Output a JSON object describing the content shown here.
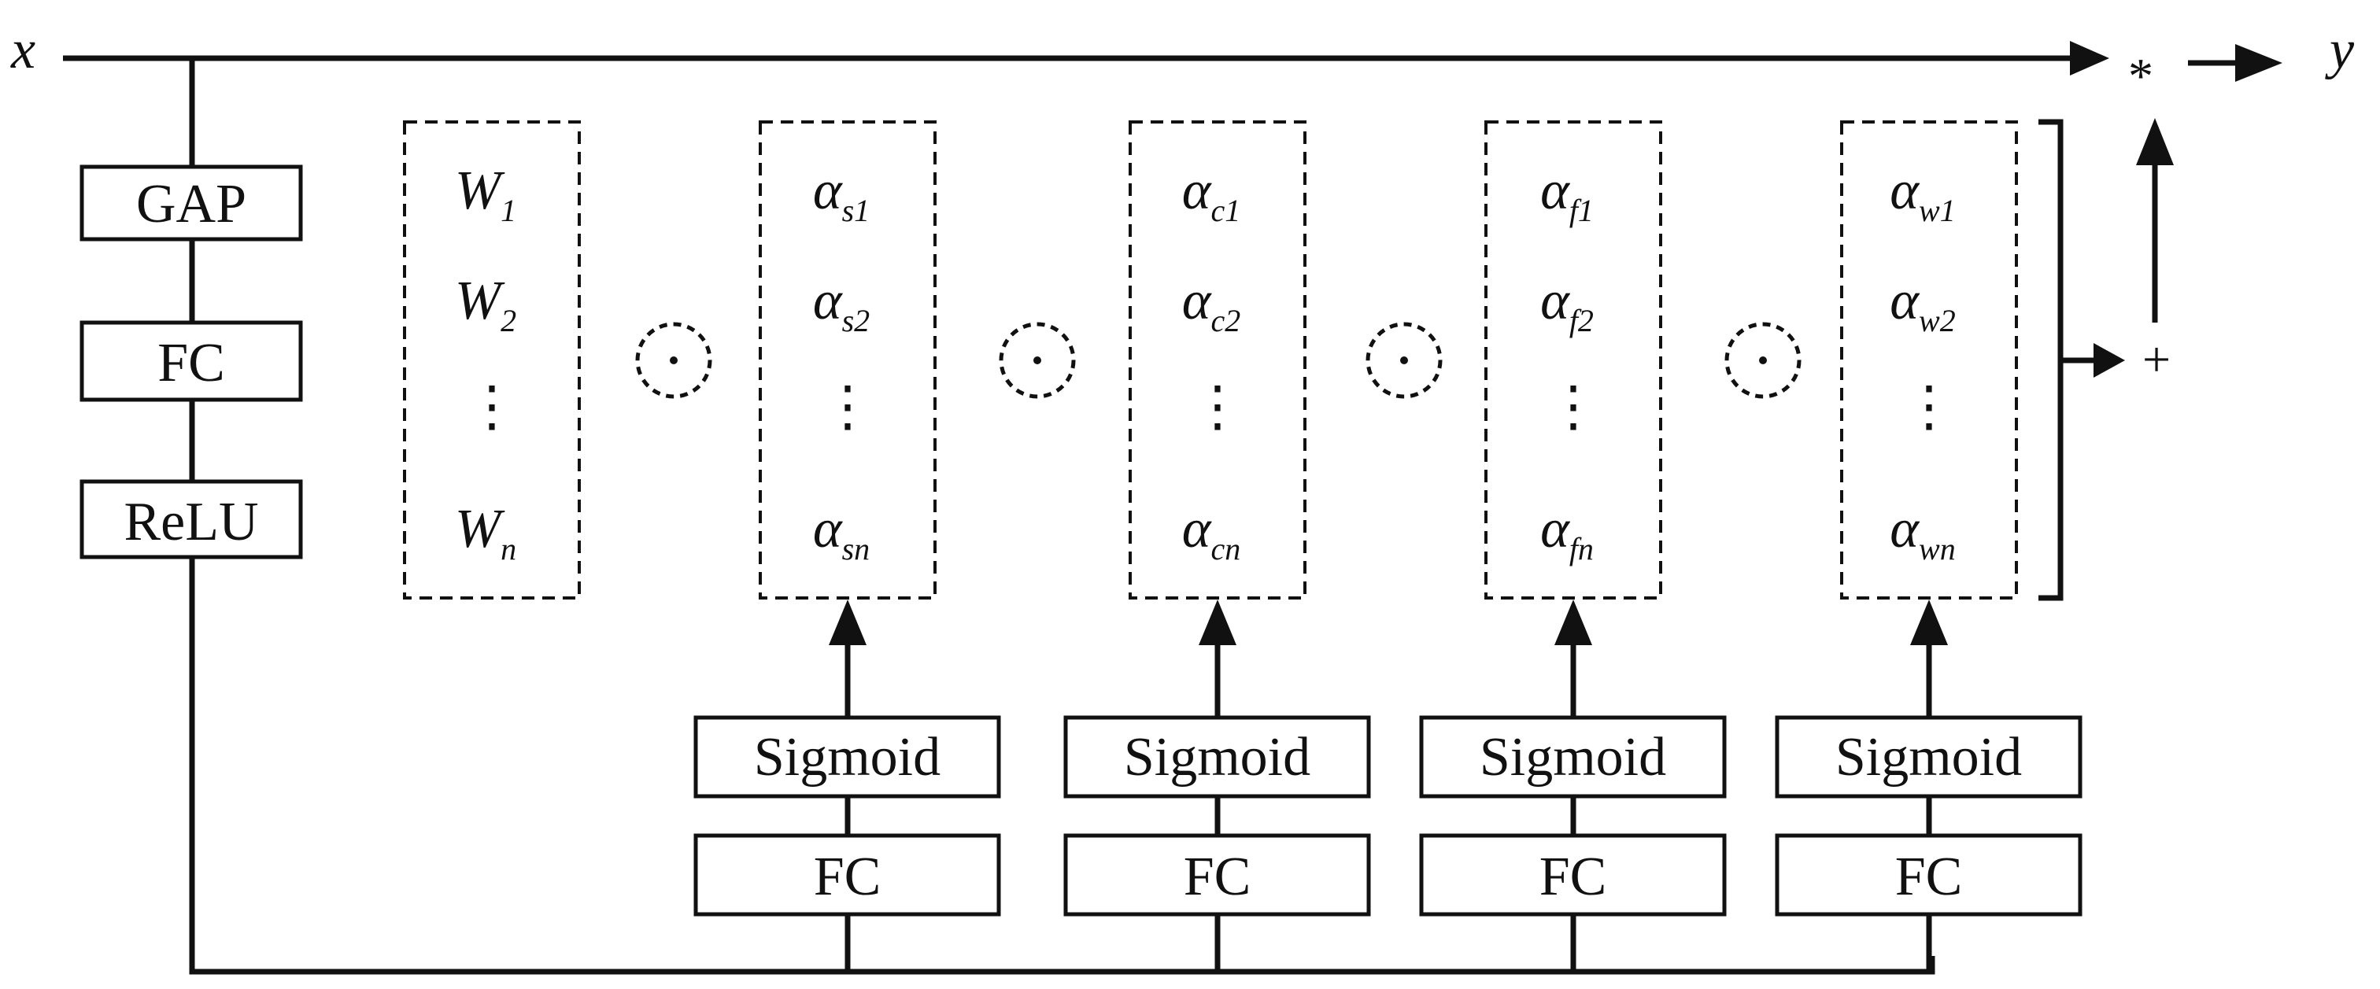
{
  "input": {
    "label": "x"
  },
  "output": {
    "label": "y"
  },
  "operators": {
    "multiply": "*",
    "add": "+",
    "hadamard": "⊙"
  },
  "left_stack": [
    "GAP",
    "FC",
    "ReLU"
  ],
  "vertical_ellipsis": "⋮",
  "columns": [
    {
      "sym": "W",
      "subs": [
        "1",
        "2",
        "n"
      ],
      "has_branch": false
    },
    {
      "sym": "α",
      "subs": [
        "s1",
        "s2",
        "sn"
      ],
      "has_branch": true
    },
    {
      "sym": "α",
      "subs": [
        "c1",
        "c2",
        "cn"
      ],
      "has_branch": true
    },
    {
      "sym": "α",
      "subs": [
        "f1",
        "f2",
        "fn"
      ],
      "has_branch": true
    },
    {
      "sym": "α",
      "subs": [
        "w1",
        "w2",
        "wn"
      ],
      "has_branch": true
    }
  ],
  "branch": {
    "top_label": "Sigmoid",
    "bottom_label": "FC"
  }
}
